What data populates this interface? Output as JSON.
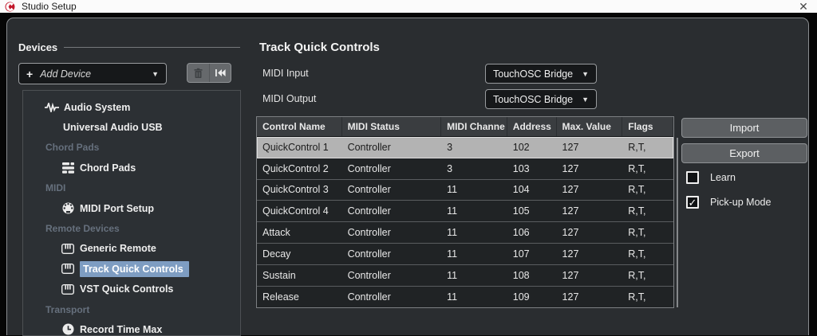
{
  "window": {
    "title": "Studio Setup",
    "close_glyph": "✕"
  },
  "sidebar": {
    "header": "Devices",
    "add_device": {
      "plus": "+",
      "label": "Add Device",
      "arrow": "▼"
    },
    "tree": [
      {
        "type": "device",
        "indent": "top",
        "icon": "audio-waveform-icon",
        "label": "Audio System"
      },
      {
        "type": "device",
        "indent": "top-noicon",
        "icon": null,
        "label": "Universal Audio USB"
      },
      {
        "type": "category",
        "label": "Chord Pads"
      },
      {
        "type": "device",
        "indent": "sub",
        "icon": "chord-pads-icon",
        "label": "Chord Pads"
      },
      {
        "type": "category",
        "label": "MIDI"
      },
      {
        "type": "device",
        "indent": "sub",
        "icon": "midi-din-icon",
        "label": "MIDI Port Setup"
      },
      {
        "type": "category",
        "label": "Remote Devices"
      },
      {
        "type": "device",
        "indent": "sub",
        "icon": "keyboard-icon",
        "label": "Generic Remote"
      },
      {
        "type": "device",
        "indent": "sub",
        "icon": "keyboard-icon",
        "label": "Track Quick Controls",
        "selected": true
      },
      {
        "type": "device",
        "indent": "sub",
        "icon": "keyboard-icon",
        "label": "VST Quick Controls"
      },
      {
        "type": "category",
        "label": "Transport"
      },
      {
        "type": "device",
        "indent": "sub",
        "icon": "clock-icon",
        "label": "Record Time Max"
      }
    ]
  },
  "main": {
    "title": "Track Quick Controls",
    "midi_input": {
      "label": "MIDI Input",
      "value": "TouchOSC Bridge",
      "arrow": "▼"
    },
    "midi_output": {
      "label": "MIDI Output",
      "value": "TouchOSC Bridge",
      "arrow": "▼"
    },
    "table": {
      "columns": [
        "Control Name",
        "MIDI Status",
        "MIDI Channe",
        "Address",
        "Max. Value",
        "Flags"
      ],
      "rows": [
        {
          "name": "QuickControl 1",
          "status": "Controller",
          "channel": "3",
          "address": "102",
          "max": "127",
          "flags": "R,T,",
          "selected": true
        },
        {
          "name": "QuickControl 2",
          "status": "Controller",
          "channel": "3",
          "address": "103",
          "max": "127",
          "flags": "R,T,"
        },
        {
          "name": "QuickControl 3",
          "status": "Controller",
          "channel": "11",
          "address": "104",
          "max": "127",
          "flags": "R,T,"
        },
        {
          "name": "QuickControl 4",
          "status": "Controller",
          "channel": "11",
          "address": "105",
          "max": "127",
          "flags": "R,T,"
        },
        {
          "name": "Attack",
          "status": "Controller",
          "channel": "11",
          "address": "106",
          "max": "127",
          "flags": "R,T,"
        },
        {
          "name": "Decay",
          "status": "Controller",
          "channel": "11",
          "address": "107",
          "max": "127",
          "flags": "R,T,"
        },
        {
          "name": "Sustain",
          "status": "Controller",
          "channel": "11",
          "address": "108",
          "max": "127",
          "flags": "R,T,"
        },
        {
          "name": "Release",
          "status": "Controller",
          "channel": "11",
          "address": "109",
          "max": "127",
          "flags": "R,T,"
        }
      ]
    },
    "buttons": {
      "import": "Import",
      "export": "Export"
    },
    "checkboxes": [
      {
        "label": "Learn",
        "checked": false
      },
      {
        "label": "Pick-up Mode",
        "checked": true,
        "check_glyph": "✓"
      }
    ]
  },
  "colors": {
    "selection_blue": "#7e9dc2",
    "selected_row_gray": "#b3b3b3",
    "dialog_bg": "#2a2d30",
    "accent_red_logo": "#c2172a"
  }
}
